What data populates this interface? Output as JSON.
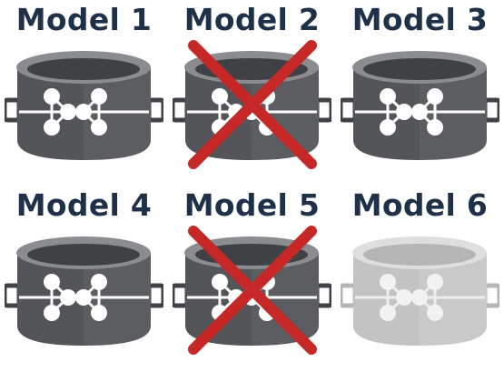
{
  "models": [
    {
      "label": "Model 1",
      "state": "active"
    },
    {
      "label": "Model 2",
      "state": "crossed"
    },
    {
      "label": "Model 3",
      "state": "active"
    },
    {
      "label": "Model 4",
      "state": "active"
    },
    {
      "label": "Model 5",
      "state": "crossed"
    },
    {
      "label": "Model 6",
      "state": "faded"
    }
  ],
  "colors": {
    "title": "#1f3049",
    "drum_body": "#5b5d61",
    "drum_dark": "#3f4145",
    "drum_rim": "#8a8c90",
    "node": "#ffffff",
    "cross": "#c62828",
    "faded_body": "#c9c9c9",
    "faded_rim": "#dedede"
  },
  "icons": {
    "container": "neural-network-drum-icon",
    "cross": "red-x-cross-icon"
  }
}
